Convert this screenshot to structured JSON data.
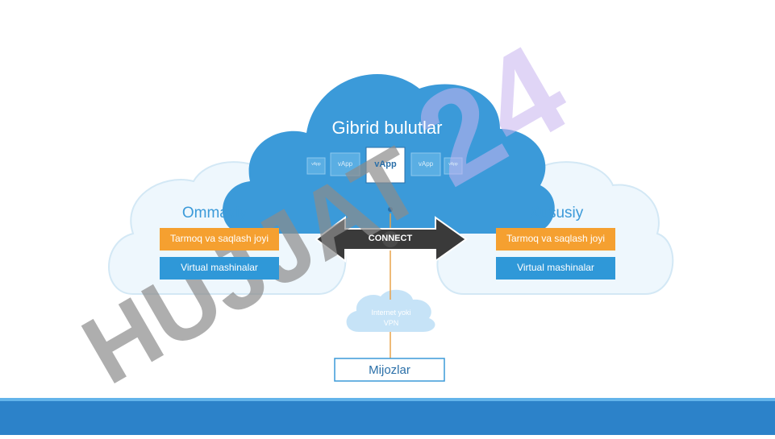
{
  "colors": {
    "cloud_main": "#3b9ad9",
    "cloud_side": "#eef7fd",
    "cloud_side_stroke": "#d3e8f5",
    "orange": "#f5a030",
    "blue_box": "#2f98d8",
    "connect_bg": "#3a3a3a",
    "footer": "#2c82c9",
    "watermark_gray": "#8c8c8c",
    "watermark_purple": "#c8b4f0"
  },
  "diagram": {
    "title": "Gibrid bulutlar",
    "vapp_tiles": [
      "vApp",
      "vApp",
      "vApp",
      "vApp",
      "vApp"
    ],
    "connect_label": "CONNECT",
    "public_cloud": {
      "title": "Ommaviy",
      "storage": "Tarmoq va saqlash joyi",
      "vms": "Virtual mashinalar"
    },
    "private_cloud": {
      "title": "Xususiy",
      "storage": "Tarmoq va saqlash joyi",
      "vms": "Virtual mashinalar"
    },
    "internet_cloud": {
      "line1": "Internet yoki",
      "line2": "VPN"
    },
    "clients_label": "Mijozlar"
  },
  "watermark": {
    "gray_text": "HUJJAT",
    "purple_text": "24"
  }
}
